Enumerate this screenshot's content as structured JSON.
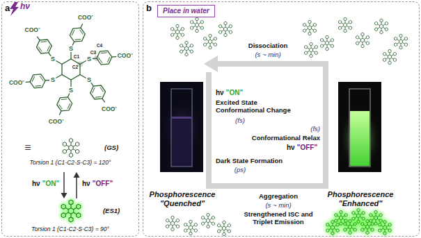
{
  "diagram": {
    "nodes": [
      {
        "text": [
          "a"
        ]
      },
      {
        "text": [
          "b"
        ]
      },
      {
        "text": [
          "Place in water"
        ],
        "in": 1
      }
    ],
    "labels": [
      "hν",
      "COO⁻",
      "COO⁻",
      "COO⁻",
      "COO⁻",
      "COO⁻",
      "COO⁻",
      "S",
      "S",
      "S",
      "S",
      "S",
      "S",
      "C1",
      "C2",
      "C3",
      "C4",
      "≡",
      "(GS)",
      "Torsion 1 (C1-C2-S-C3) = 120°",
      "hν",
      "\"ON\"",
      "hν",
      "\"OFF\"",
      "(ES1)",
      "Torsion 1 (C1-C2-S-C3) = 90°",
      "Dissociation",
      "(s ~ min)",
      "hν",
      "\"ON\"",
      "Excited State Conformational Change",
      "(fs)",
      "Dark State Formation",
      "(ps)",
      "(fs)",
      "Conformational Relax",
      "hν",
      "\"OFF\"",
      "Aggregation",
      "(s ~ min)",
      "Strengthened ISC and Triplet Emission",
      "Phosphorescence \"Quenched\"",
      "Phosphorescence \"Enhanced\""
    ]
  }
}
